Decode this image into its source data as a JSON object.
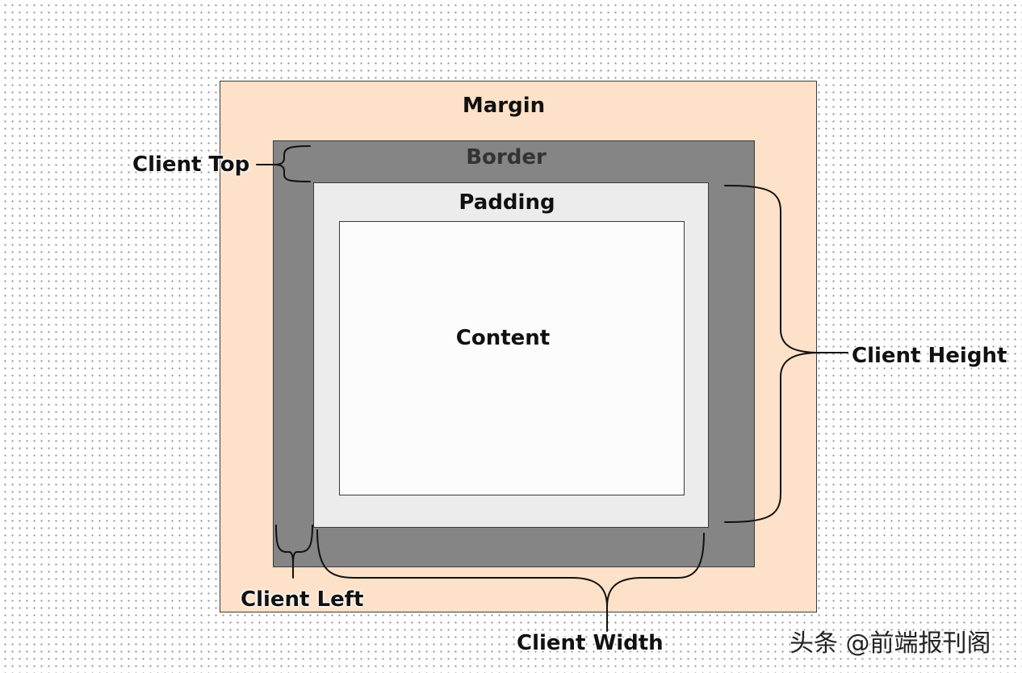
{
  "diagram": {
    "boxes": {
      "margin": {
        "label": "Margin",
        "color": "#fde1c8"
      },
      "border": {
        "label": "Border",
        "color": "#858585"
      },
      "padding": {
        "label": "Padding",
        "color": "#ececec"
      },
      "content": {
        "label": "Content",
        "color": "#fdfcfd"
      }
    },
    "annotations": {
      "client_top": "Client Top",
      "client_height": "Client Height",
      "client_left": "Client Left",
      "client_width": "Client Width"
    },
    "stroke_color": "#111111"
  },
  "watermark": {
    "text": "头条 @前端报刊阁"
  }
}
